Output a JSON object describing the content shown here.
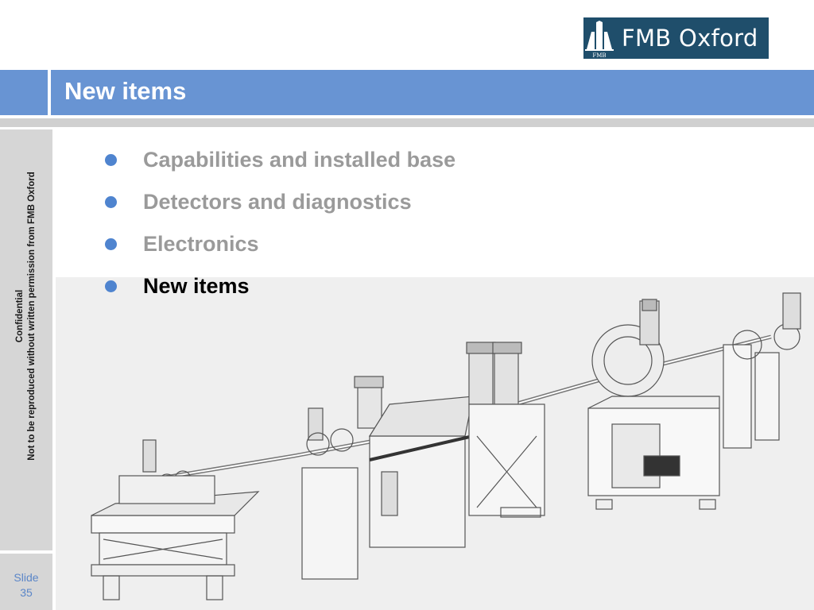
{
  "header": {
    "logo_text": "FMB Oxford",
    "logo_mark_text": "FMB",
    "title": "New items"
  },
  "sidebar": {
    "line1": "Confidential",
    "line2": "Not to be reproduced without written permission from FMB Oxford",
    "slide_label": "Slide",
    "slide_number": "35"
  },
  "bullets": [
    {
      "text": "Capabilities and installed base",
      "active": false
    },
    {
      "text": "Detectors and diagnostics",
      "active": false
    },
    {
      "text": "Electronics",
      "active": false
    },
    {
      "text": "New items",
      "active": true
    }
  ],
  "colors": {
    "band": "#6894d3",
    "bullet": "#4f84cf",
    "logo_bg": "#1f4e6b",
    "inactive_text": "#9a9a9a"
  }
}
